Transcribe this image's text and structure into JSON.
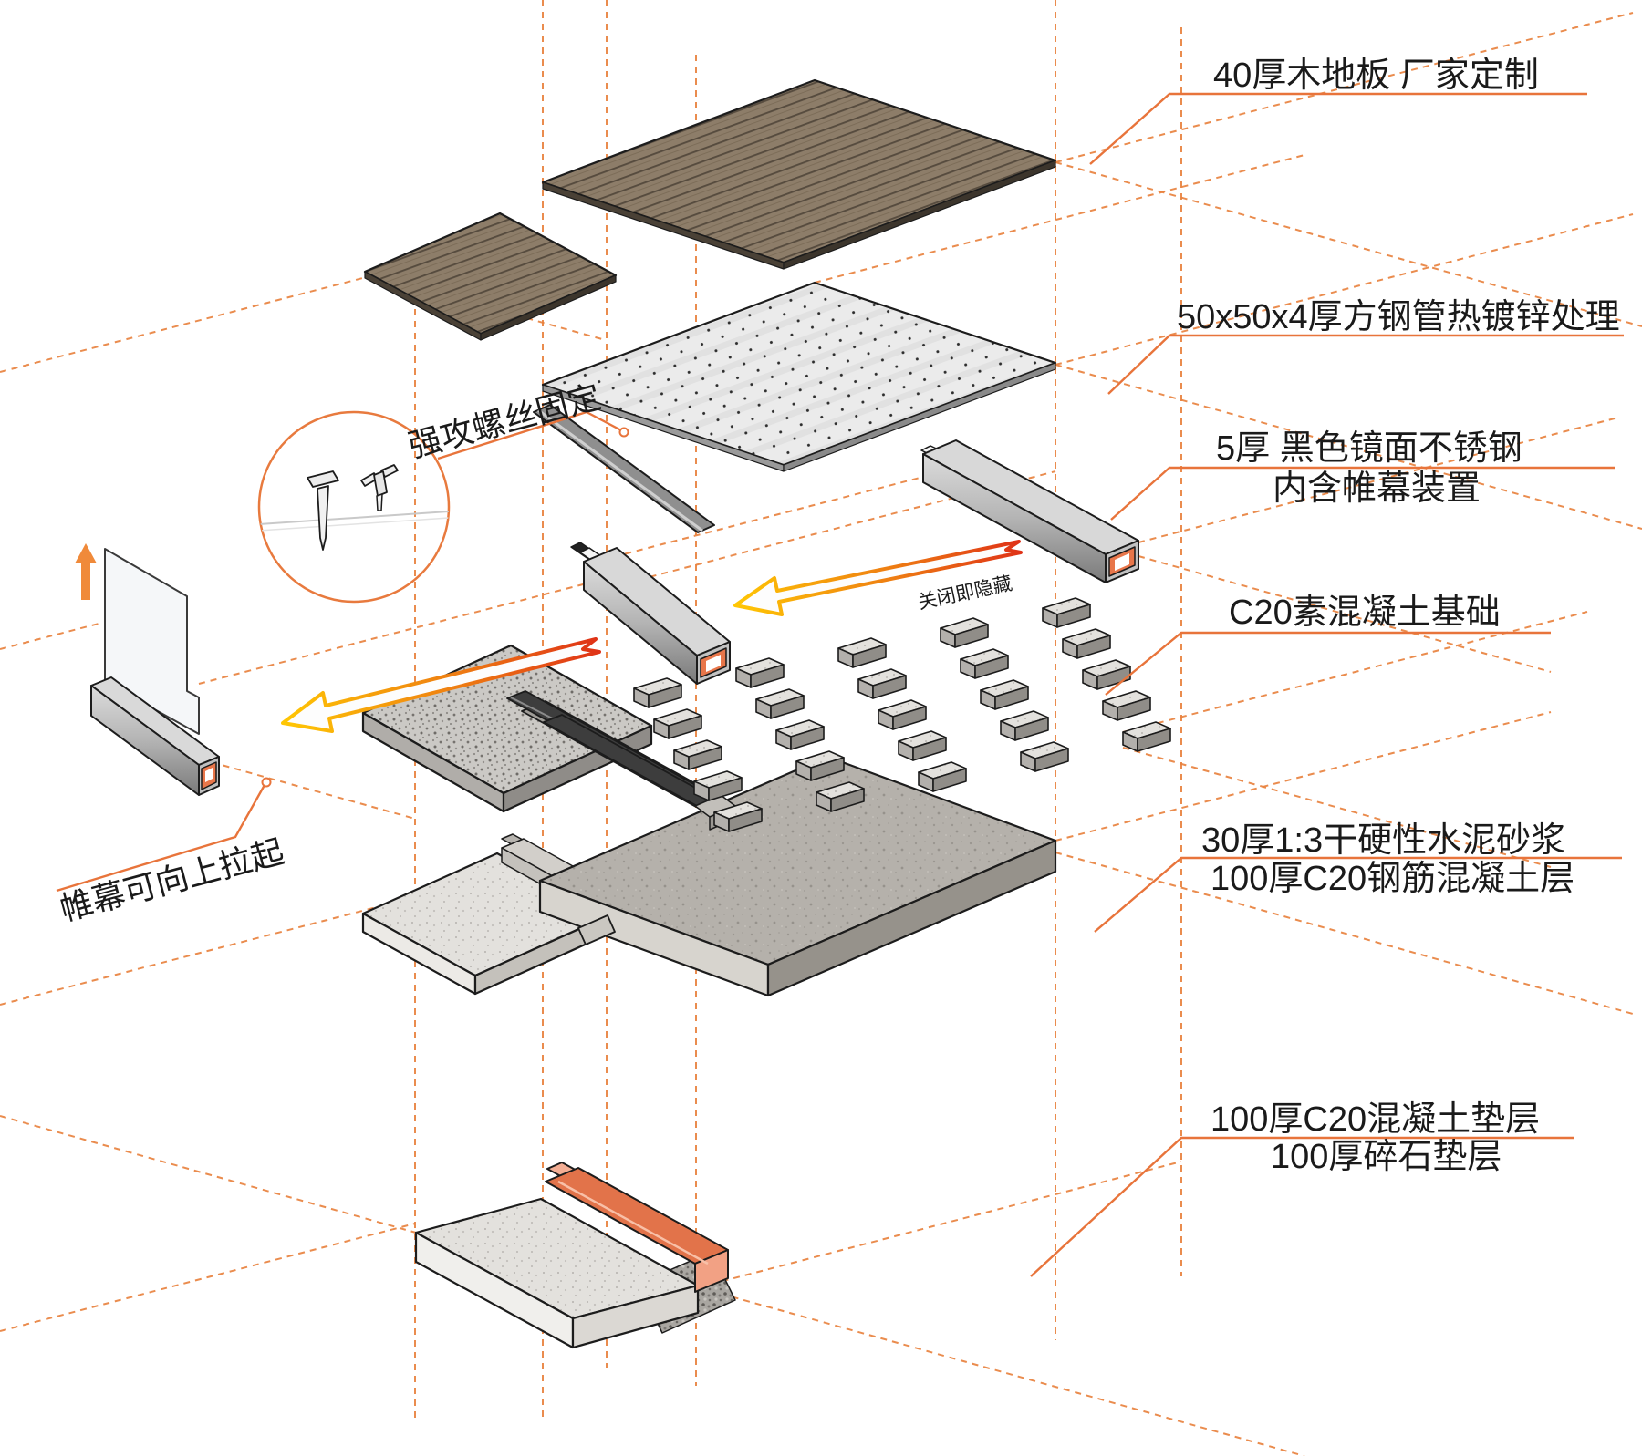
{
  "diagram": {
    "type": "exploded-construction-detail",
    "annotations": {
      "wood_deck": "40厚木地板 厂家定制",
      "steel_tube": "50x50x4厚方钢管热镀锌处理",
      "mirror_steel_1": "5厚 黑色镜面不锈钢",
      "mirror_steel_2": "内含帷幕装置",
      "foundation": "C20素混凝土基础",
      "mortar_1": "30厚1:3干硬性水泥砂浆",
      "mortar_2": "100厚C20钢筋混凝土层",
      "cushion_1": "100厚C20混凝土垫层",
      "cushion_2": "100厚碎石垫层",
      "screw_note": "强攻螺丝固定",
      "close_note": "关闭即隐藏",
      "curtain_note": "帷幕可向上拉起"
    },
    "colors": {
      "accent": "#E8763B",
      "arrow_red": "#DF3217",
      "arrow_yellow": "#FFC704",
      "wood": "#8D7D69",
      "channel_orange": "#E8764A",
      "drain_orange": "#E2734A",
      "text": "#1A1A1A"
    },
    "foundation_blocks": {
      "rows": 5,
      "cols": 5
    }
  }
}
